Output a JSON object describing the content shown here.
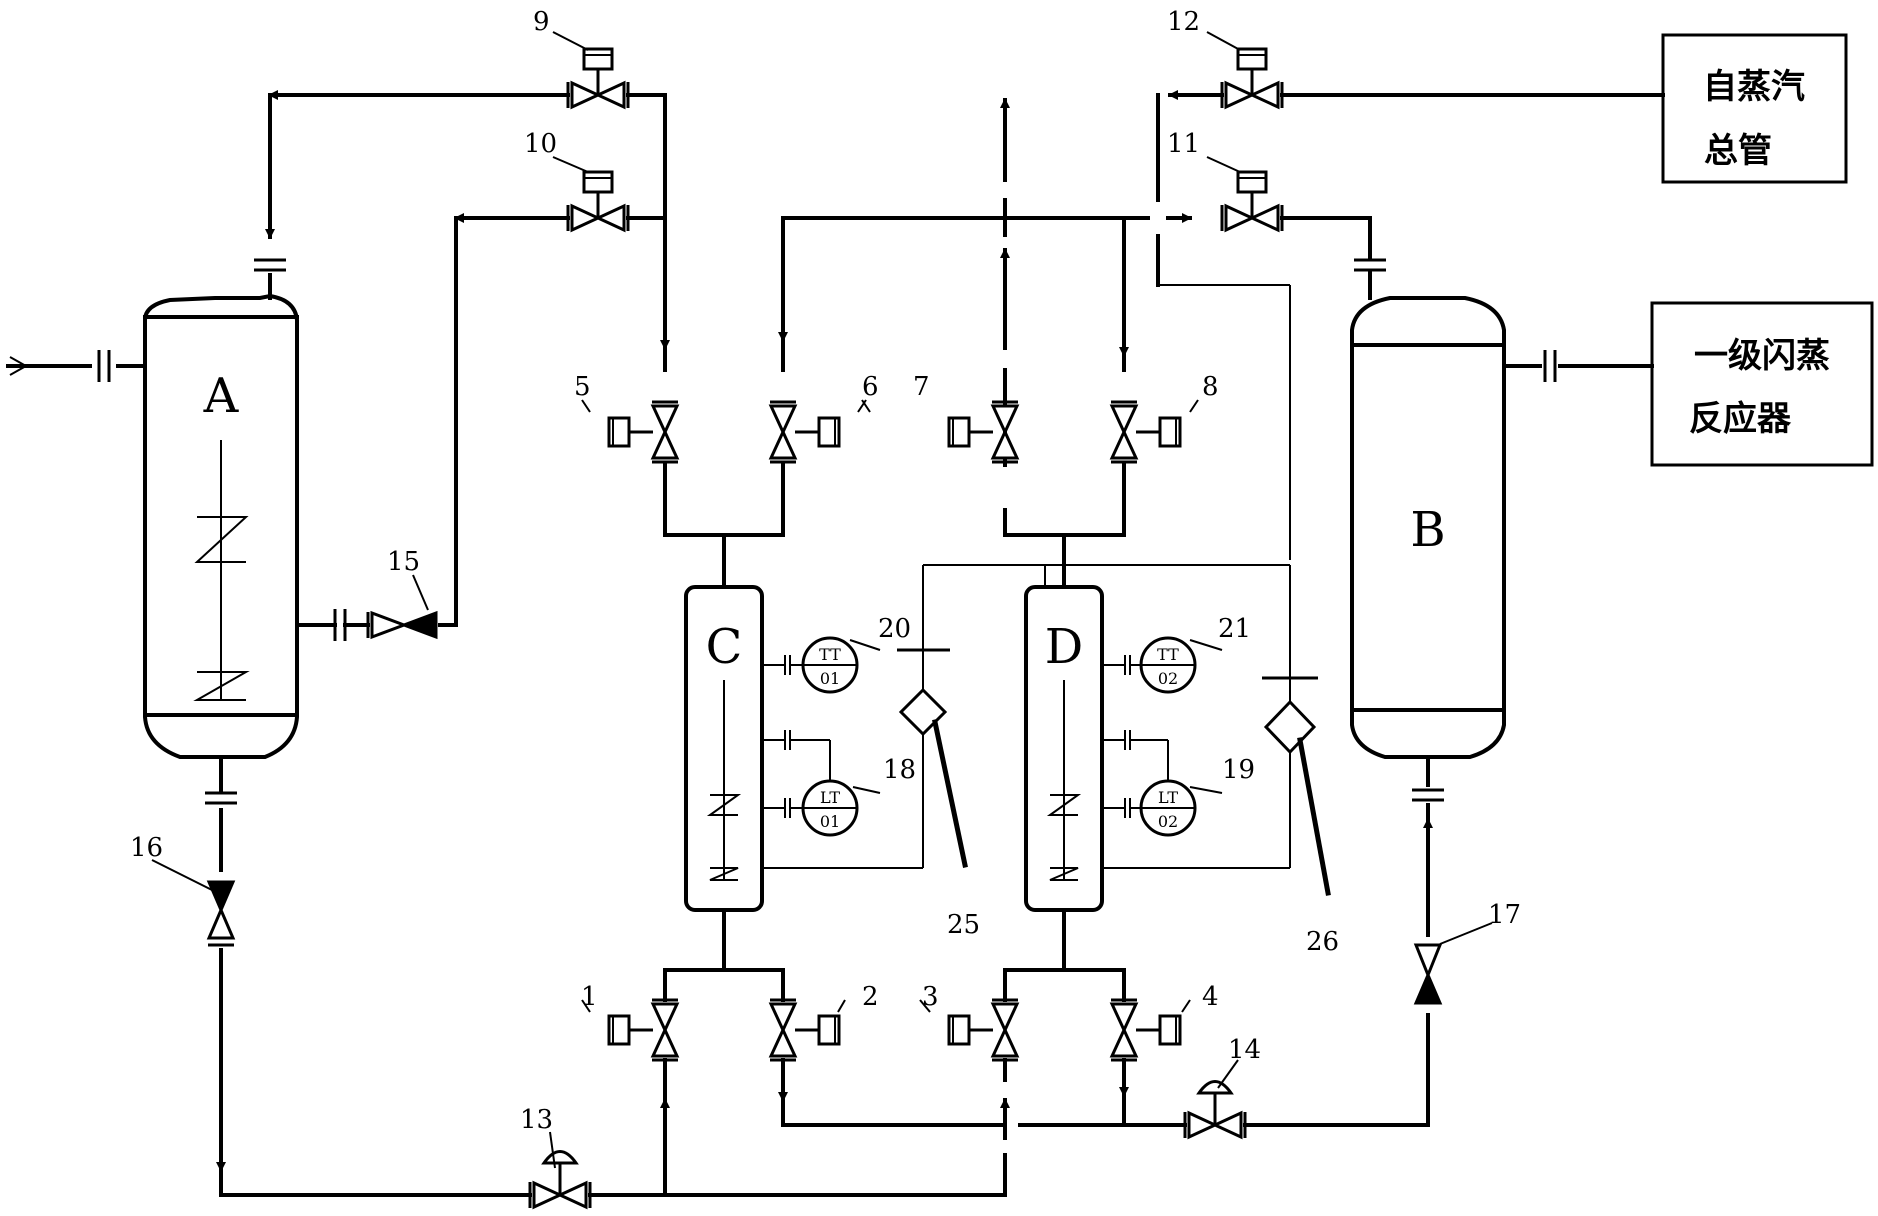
{
  "vessels": {
    "A": "A",
    "B": "B",
    "C": "C",
    "D": "D"
  },
  "boxes": {
    "steam_main_line1": "自蒸汽",
    "steam_main_line2": "总管",
    "flash_reactor_line1": "一级闪蒸",
    "flash_reactor_line2": "反应器"
  },
  "instruments": {
    "tt01_tag": "TT",
    "tt01_num": "01",
    "tt02_tag": "TT",
    "tt02_num": "02",
    "lt01_tag": "LT",
    "lt01_num": "01",
    "lt02_tag": "LT",
    "lt02_num": "02"
  },
  "labels": {
    "n1": "1",
    "n2": "2",
    "n3": "3",
    "n4": "4",
    "n5": "5",
    "n6": "6",
    "n7": "7",
    "n8": "8",
    "n9": "9",
    "n10": "10",
    "n11": "11",
    "n12": "12",
    "n13": "13",
    "n14": "14",
    "n15": "15",
    "n16": "16",
    "n17": "17",
    "n18": "18",
    "n19": "19",
    "n20": "20",
    "n21": "21",
    "n25": "25",
    "n26": "26"
  }
}
